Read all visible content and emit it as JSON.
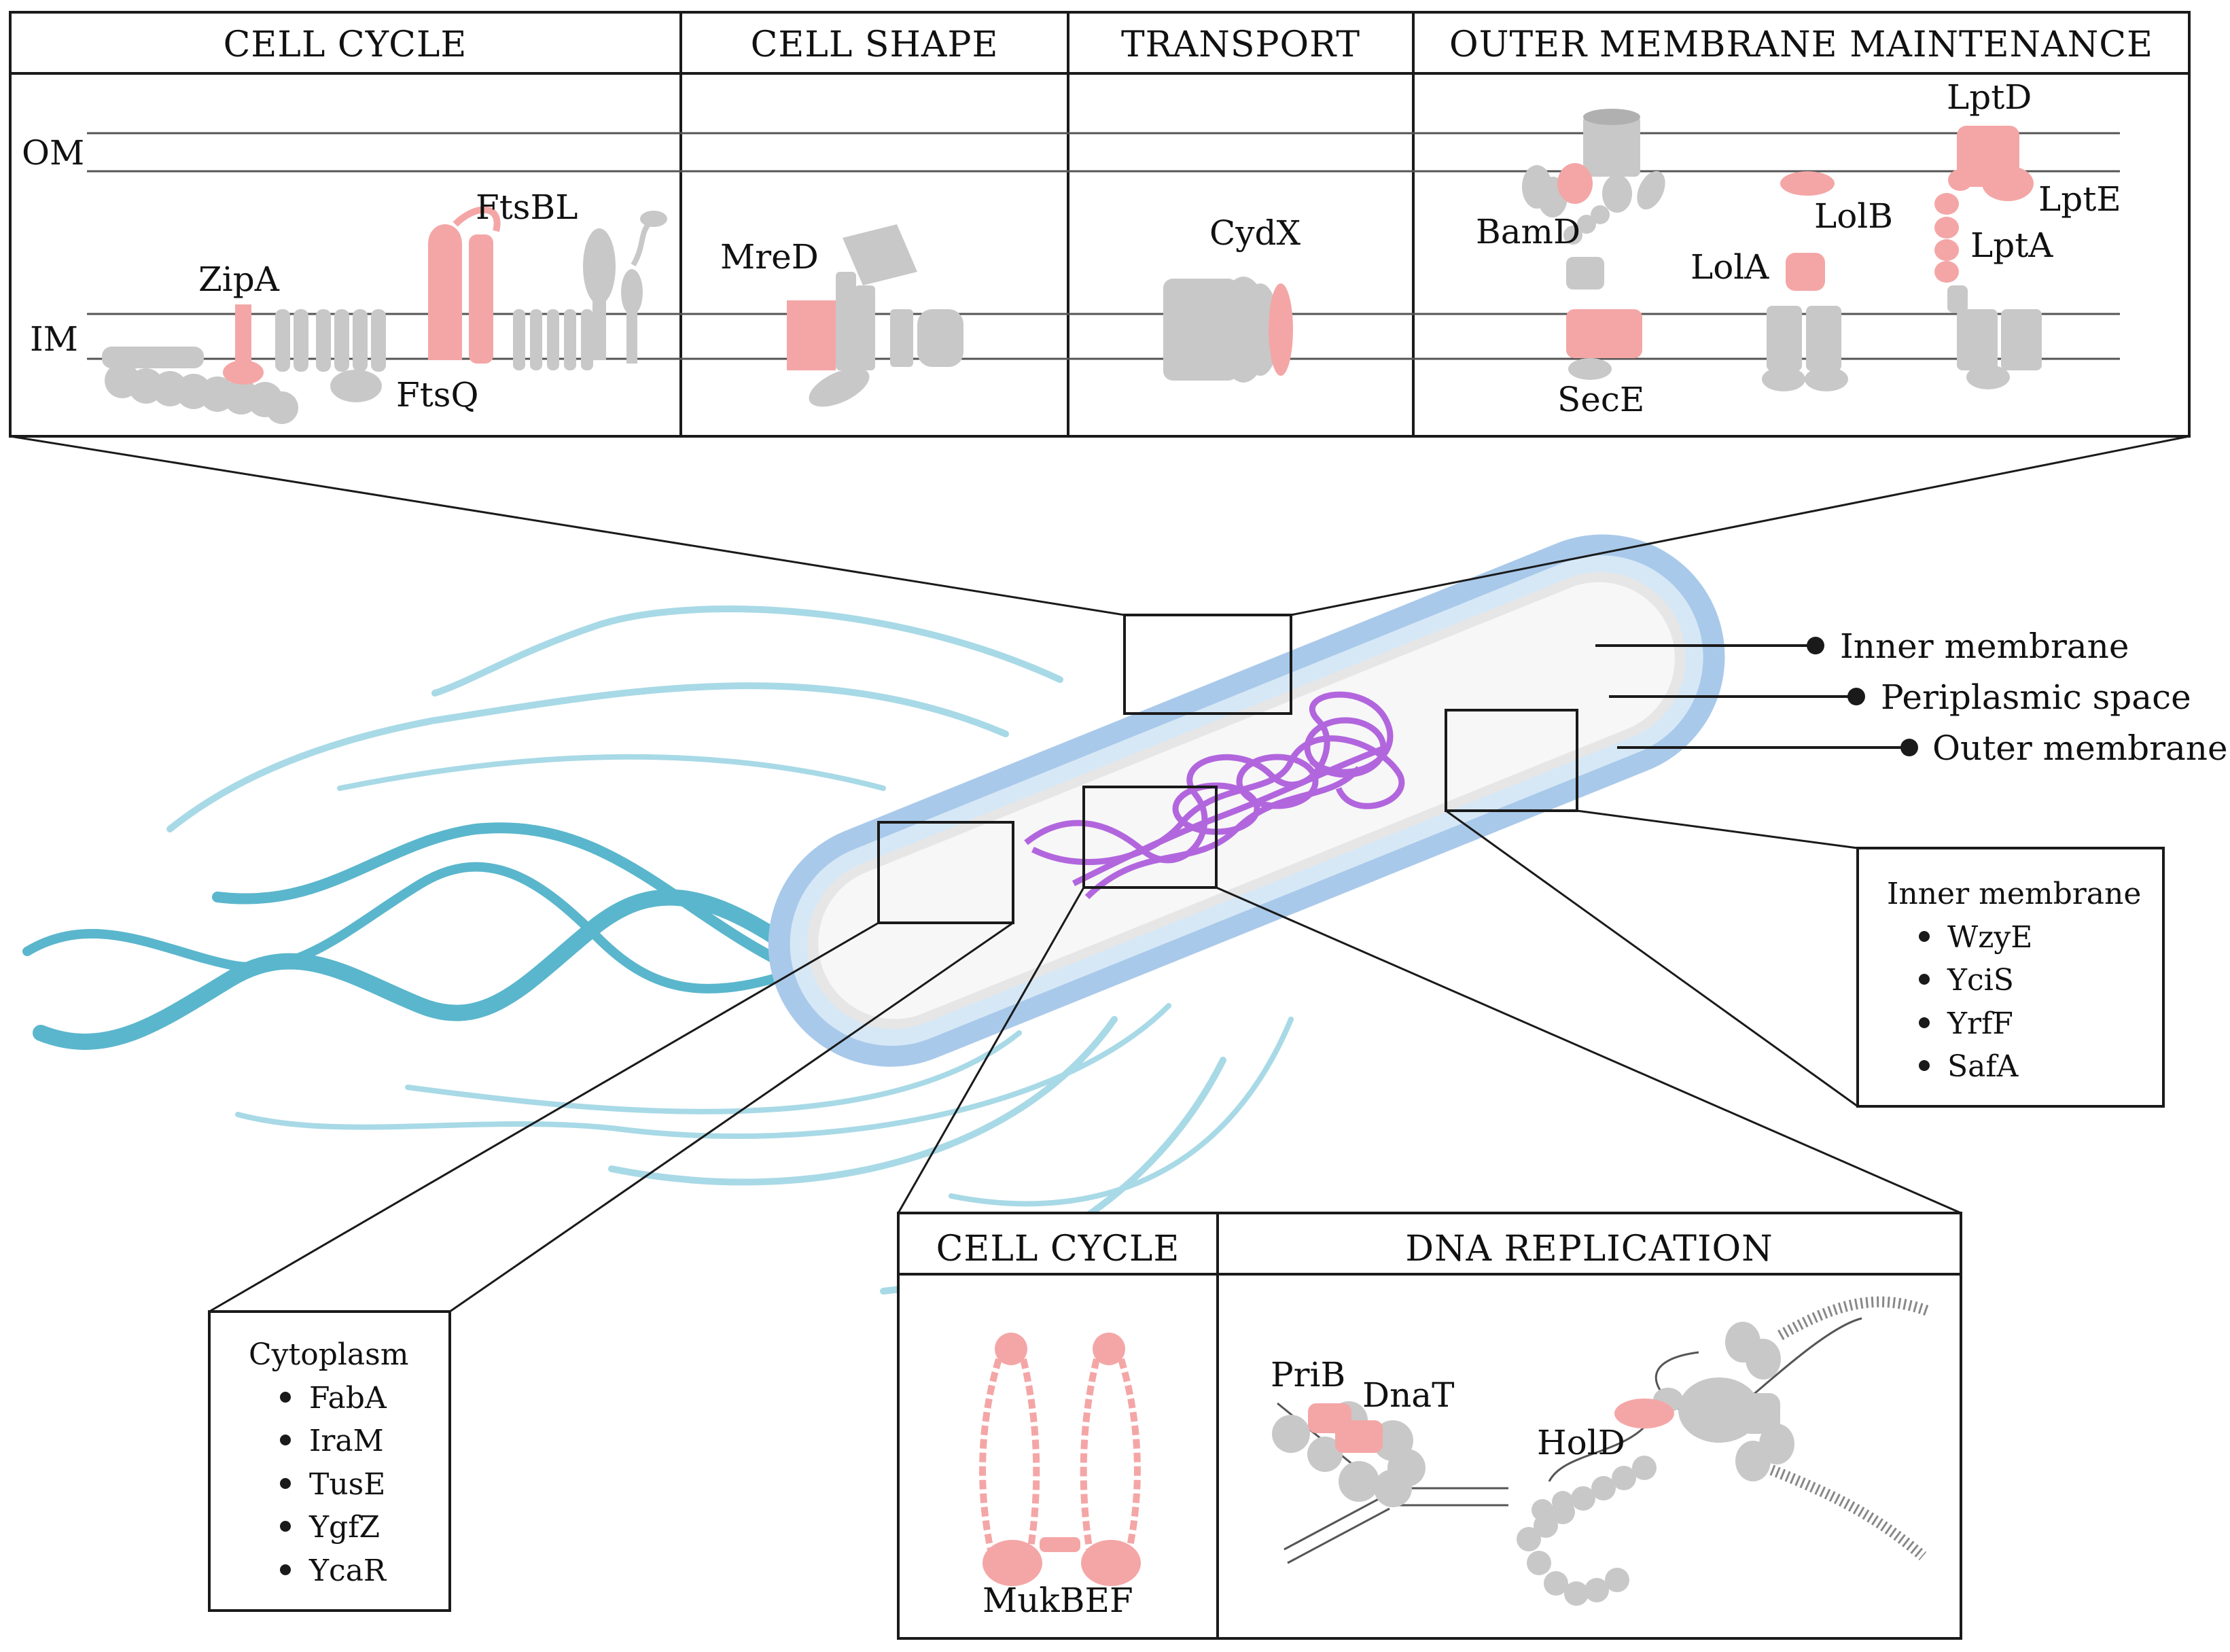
{
  "colors": {
    "highlight_protein": "#f4a6a6",
    "other_protein": "#c8c8c8",
    "flagella": "#5ab6cc",
    "flagella_light": "#a8d9e6",
    "outer_membrane": "#a9c9ea",
    "periplasm": "#d6e8f6",
    "inner_membrane": "#e6e6e6",
    "dna": "#b266dd",
    "outline": "#1a1a1a"
  },
  "top_panel": {
    "sections": [
      {
        "title": "CELL CYCLE"
      },
      {
        "title": "CELL SHAPE"
      },
      {
        "title": "TRANSPORT"
      },
      {
        "title": "OUTER MEMBRANE MAINTENANCE"
      }
    ],
    "membrane_labels": {
      "om": "OM",
      "im": "IM"
    },
    "proteins": {
      "zipa": "ZipA",
      "ftsbl": "FtsBL",
      "ftsq": "FtsQ",
      "mred": "MreD",
      "cydx": "CydX",
      "bamd": "BamD",
      "lolb": "LolB",
      "lola": "LolA",
      "lptd": "LptD",
      "lpte": "LptE",
      "lpta": "LptA",
      "sece": "SecE"
    }
  },
  "cell_labels": {
    "inner_membrane": "Inner membrane",
    "periplasmic_space": "Periplasmic space",
    "outer_membrane": "Outer membrane"
  },
  "inner_membrane_box": {
    "title": "Inner membrane",
    "items": [
      "WzyE",
      "YciS",
      "YrfF",
      "SafA"
    ]
  },
  "cytoplasm_box": {
    "title": "Cytoplasm",
    "items": [
      "FabA",
      "IraM",
      "TusE",
      "YgfZ",
      "YcaR"
    ]
  },
  "bottom_panel": {
    "sections": [
      {
        "title": "CELL CYCLE"
      },
      {
        "title": "DNA REPLICATION"
      }
    ],
    "proteins": {
      "mukbef": "MukBEF",
      "prib": "PriB",
      "dnat": "DnaT",
      "hold": "HolD"
    }
  }
}
